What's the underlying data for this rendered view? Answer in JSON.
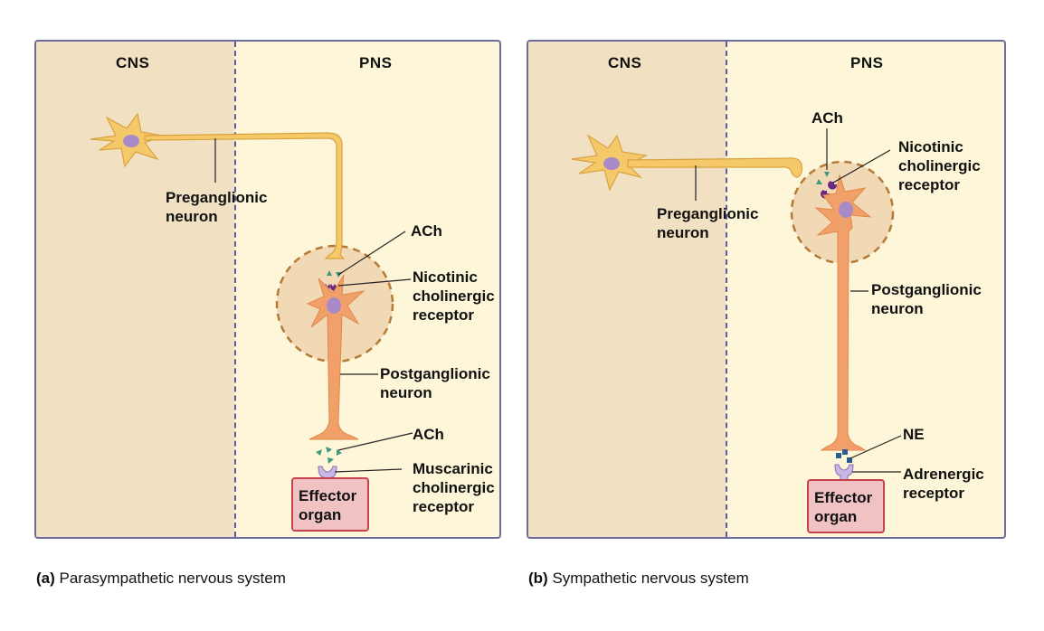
{
  "colors": {
    "cns_bg": "#f1e0c2",
    "pns_bg": "#fdf6d8",
    "panel_border": "#6f6a9c",
    "divider": "#5a5c9e",
    "preganglionic": "#f5c96a",
    "postganglionic": "#f2a06a",
    "nucleus": "#a88ac8",
    "ganglion": "#f2d9b6",
    "ganglion_border": "#b57a35",
    "ach": "#3f9a7e",
    "nicotinic_receptor": "#6b2a82",
    "ne": "#2c5b94",
    "muscarinic_receptor": "#c9b8e6",
    "effector_fill": "#f0c2c4",
    "effector_border": "#c6404e"
  },
  "panels": [
    {
      "id": "a",
      "regions": {
        "cns": "CNS",
        "pns": "PNS"
      },
      "labels": {
        "preganglionic": [
          "Preganglionic",
          "neuron"
        ],
        "ach_ganglion": "ACh",
        "ganglion_receptor": [
          "Nicotinic",
          "cholinergic",
          "receptor"
        ],
        "postganglionic": [
          "Postganglionic",
          "neuron"
        ],
        "effector_transmitter": "ACh",
        "effector_receptor": [
          "Muscarinic",
          "cholinergic",
          "receptor"
        ],
        "effector_organ": [
          "Effector",
          "organ"
        ]
      },
      "caption": {
        "letter": "(a)",
        "title": "Parasympathetic nervous system"
      }
    },
    {
      "id": "b",
      "regions": {
        "cns": "CNS",
        "pns": "PNS"
      },
      "labels": {
        "preganglionic": [
          "Preganglionic",
          "neuron"
        ],
        "ach_ganglion": "ACh",
        "ganglion_receptor": [
          "Nicotinic",
          "cholinergic",
          "receptor"
        ],
        "postganglionic": [
          "Postganglionic",
          "neuron"
        ],
        "effector_transmitter": "NE",
        "effector_receptor": [
          "Adrenergic",
          "receptor"
        ],
        "effector_organ": [
          "Effector",
          "organ"
        ]
      },
      "caption": {
        "letter": "(b)",
        "title": "Sympathetic nervous system"
      }
    }
  ]
}
